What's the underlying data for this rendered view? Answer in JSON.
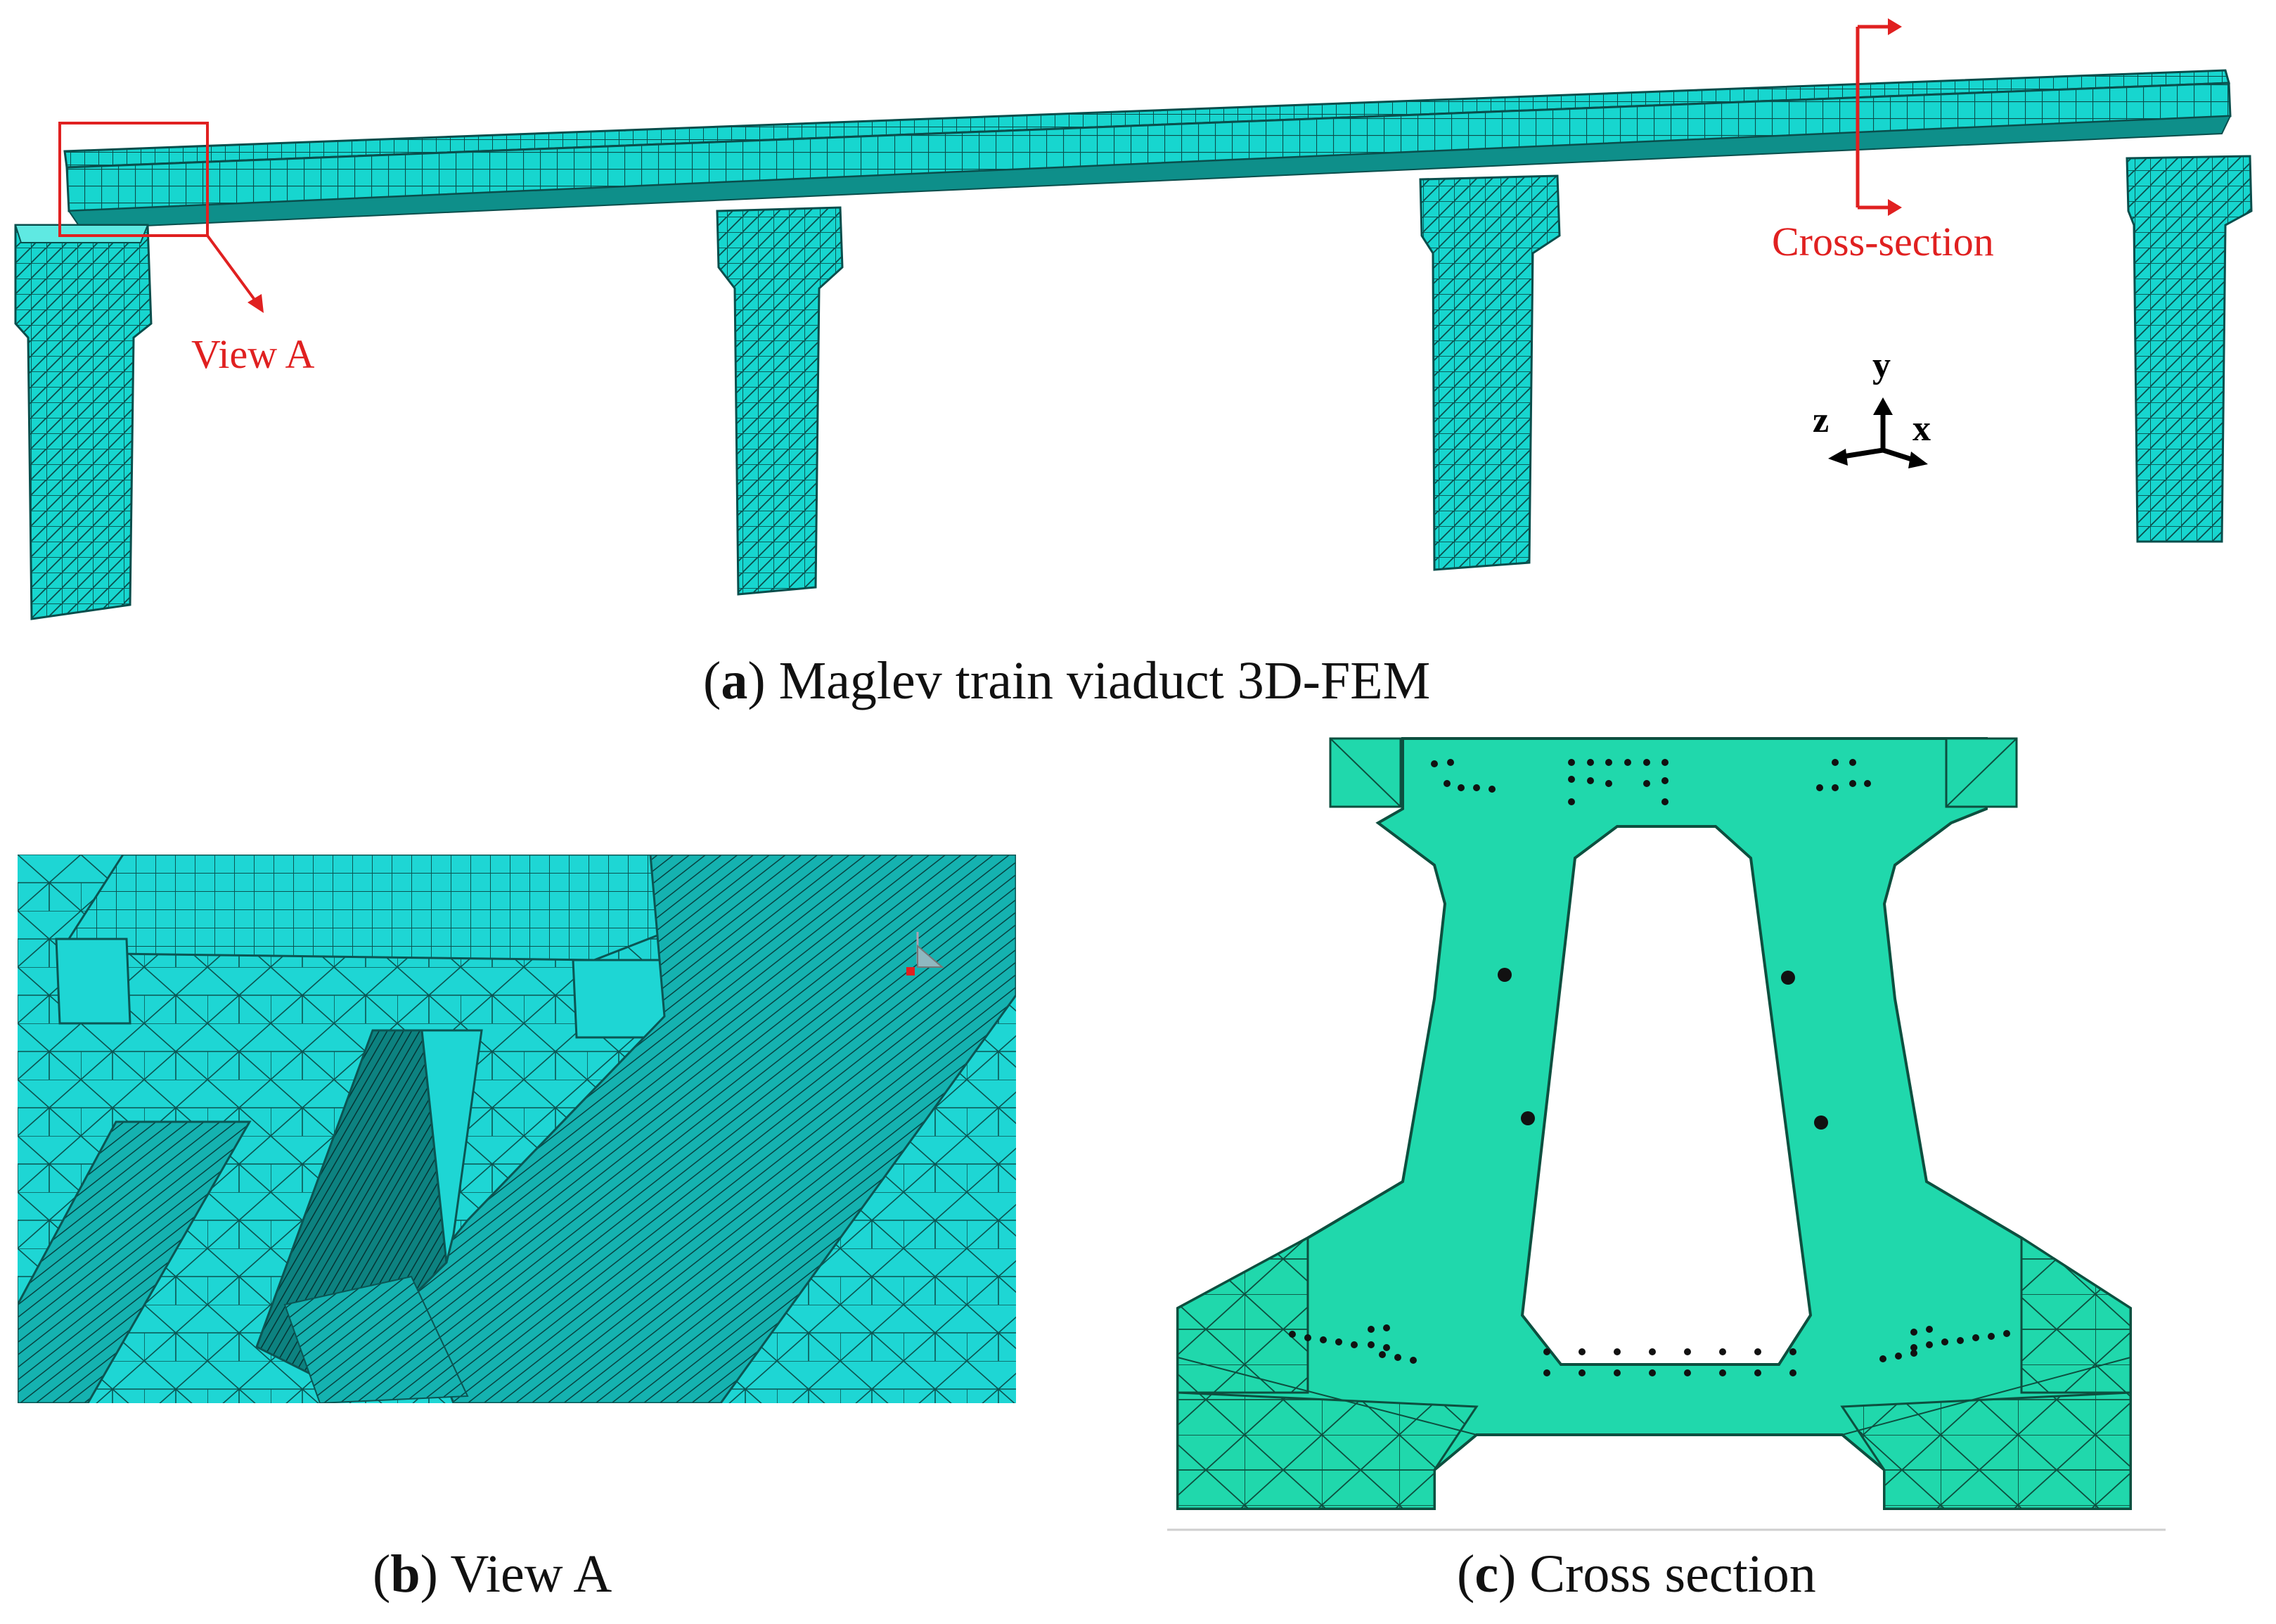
{
  "panel_a": {
    "caption_letter": "a",
    "caption_text": "Maglev train viaduct 3D-FEM",
    "annotations": {
      "view_a": "View A",
      "cross_section": "Cross-section"
    },
    "axes": {
      "y": "y",
      "z": "z",
      "x": "x"
    }
  },
  "panel_b": {
    "caption_letter": "b",
    "caption_text": "View A"
  },
  "panel_c": {
    "caption_letter": "c",
    "caption_text": "Cross section"
  },
  "colors": {
    "mesh_fill": "#17d6cf",
    "mesh_line": "#0a4e4c",
    "section_fill": "#20d8ac",
    "annotation": "#e02020"
  }
}
